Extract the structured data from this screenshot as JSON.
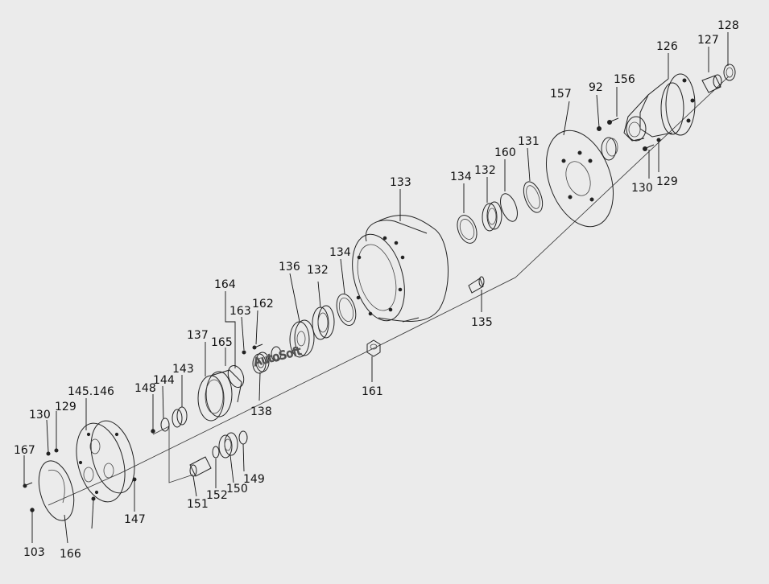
{
  "watermark": "AutoSoft",
  "callouts": [
    {
      "label": "128"
    },
    {
      "label": "127"
    },
    {
      "label": "126"
    },
    {
      "label": "92"
    },
    {
      "label": "156"
    },
    {
      "label": "157"
    },
    {
      "label": "131"
    },
    {
      "label": "160"
    },
    {
      "label": "132"
    },
    {
      "label": "134"
    },
    {
      "label": "133"
    },
    {
      "label": "130"
    },
    {
      "label": "129"
    },
    {
      "label": "135"
    },
    {
      "label": "136"
    },
    {
      "label": "132"
    },
    {
      "label": "134"
    },
    {
      "label": "164"
    },
    {
      "label": "163"
    },
    {
      "label": "162"
    },
    {
      "label": "165"
    },
    {
      "label": "137"
    },
    {
      "label": "138"
    },
    {
      "label": "161"
    },
    {
      "label": "143"
    },
    {
      "label": "144"
    },
    {
      "label": "148"
    },
    {
      "label": "145.146"
    },
    {
      "label": "129"
    },
    {
      "label": "130"
    },
    {
      "label": "167"
    },
    {
      "label": "149"
    },
    {
      "label": "150"
    },
    {
      "label": "152"
    },
    {
      "label": "151"
    },
    {
      "label": "147"
    },
    {
      "label": "103"
    },
    {
      "label": "166"
    }
  ]
}
